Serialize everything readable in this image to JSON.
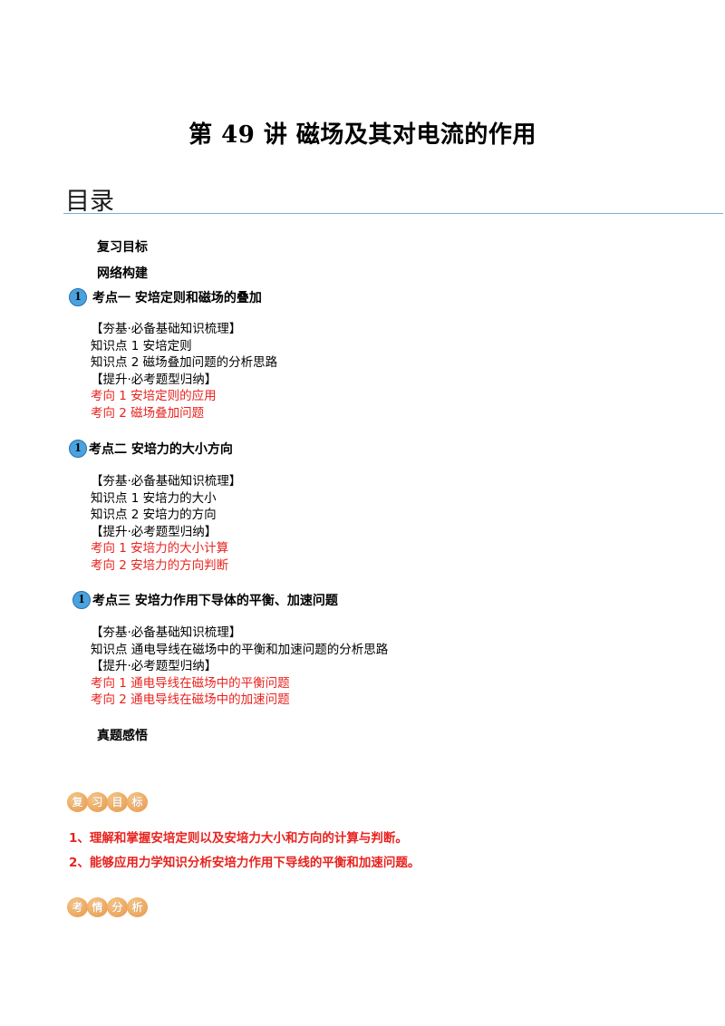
{
  "title": "第 49 讲  磁场及其对电流的作用",
  "toc": {
    "heading": "目录",
    "review_goal": "复习目标",
    "network": "网络构建",
    "sections": [
      {
        "badge": "1",
        "title": "考点一    安培定则和磁场的叠加",
        "lines": [
          {
            "text": "【夯基·必备基础知识梳理】",
            "red": false
          },
          {
            "text": "知识点 1  安培定则",
            "red": false
          },
          {
            "text": "知识点 2  磁场叠加问题的分析思路",
            "red": false
          },
          {
            "text": "【提升·必考题型归纳】",
            "red": false
          },
          {
            "text": "考向 1  安培定则的应用",
            "red": true
          },
          {
            "text": "考向 2  磁场叠加问题",
            "red": true
          }
        ]
      },
      {
        "badge": "1",
        "title": "考点二    安培力的大小方向",
        "lines": [
          {
            "text": "【夯基·必备基础知识梳理】",
            "red": false
          },
          {
            "text": "知识点 1  安培力的大小",
            "red": false
          },
          {
            "text": "知识点 2  安培力的方向",
            "red": false
          },
          {
            "text": "【提升·必考题型归纳】",
            "red": false
          },
          {
            "text": "考向 1  安培力的大小计算",
            "red": true
          },
          {
            "text": "考向 2  安培力的方向判断",
            "red": true
          }
        ]
      },
      {
        "badge": "1",
        "title": "考点三    安培力作用下导体的平衡、加速问题",
        "lines": [
          {
            "text": "【夯基·必备基础知识梳理】",
            "red": false
          },
          {
            "text": "知识点  通电导线在磁场中的平衡和加速问题的分析思路",
            "red": false
          },
          {
            "text": "【提升·必考题型归纳】",
            "red": false
          },
          {
            "text": "考向 1  通电导线在磁场中的平衡问题",
            "red": true
          },
          {
            "text": "考向 2  通电导线在磁场中的加速问题",
            "red": true
          }
        ]
      }
    ],
    "real_exam": "真题感悟"
  },
  "review_banner": [
    "复",
    "习",
    "目",
    "标"
  ],
  "goals": [
    "1、理解和掌握安培定则以及安培力大小和方向的计算与判断。",
    "2、能够应用力学知识分析安培力作用下导线的平衡和加速问题。"
  ],
  "analysis_banner": [
    "考",
    "情",
    "分",
    "析"
  ],
  "colors": {
    "red": "#e8231f",
    "badge_blue": "#4aa3df",
    "rule_blue": "#7fa9d6",
    "banner_orange": "#eba35a"
  }
}
